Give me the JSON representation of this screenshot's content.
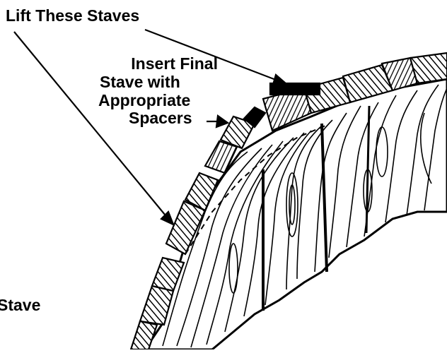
{
  "labels": {
    "lift_these_staves": "Lift These Staves",
    "insert_line1": "Insert Final",
    "insert_line2": "Stave with",
    "insert_line3": "Appropriate",
    "insert_line4": "Spacers",
    "stave_partial": "Stave"
  },
  "colors": {
    "ink": "#000000",
    "background": "#ffffff"
  }
}
